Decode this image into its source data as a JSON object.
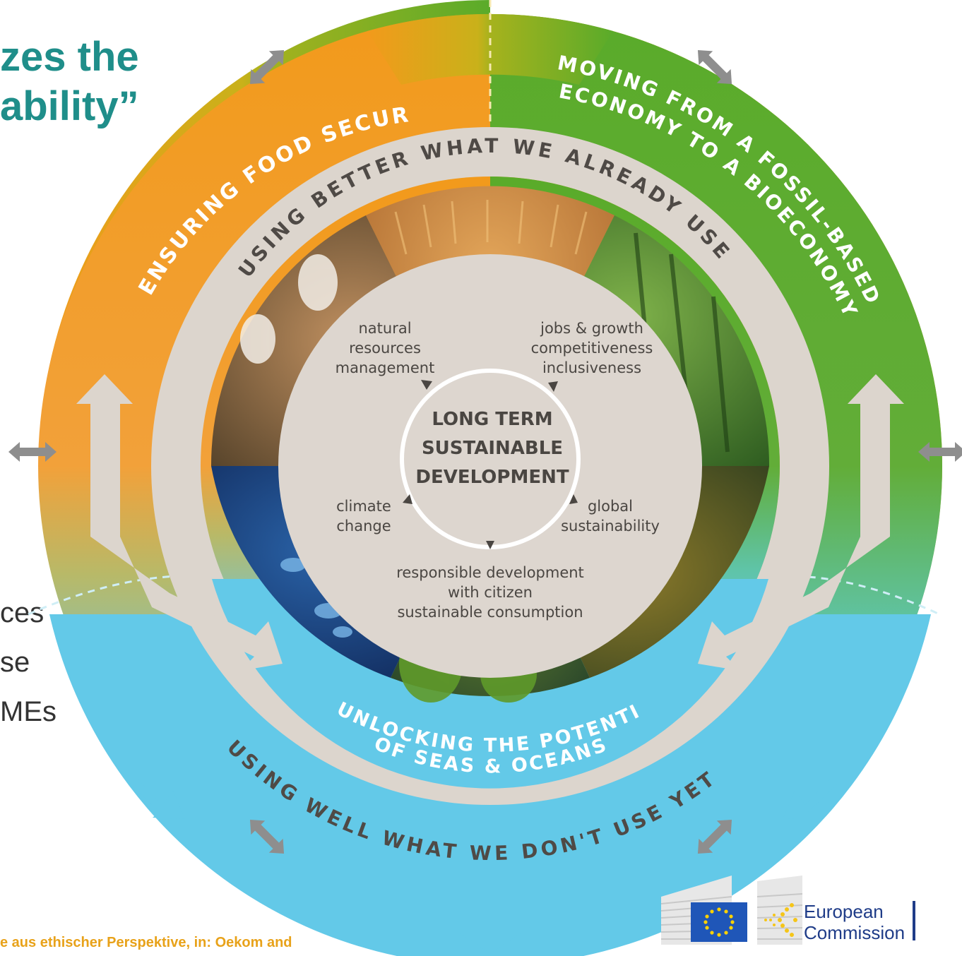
{
  "slide": {
    "title_lines": [
      "zes the",
      "ability”"
    ],
    "bullet_fragments": [
      "ces",
      "se",
      "MEs"
    ],
    "citation": "e aus ethischer Perspektive, in: Oekom and"
  },
  "diagram": {
    "outer_segments": {
      "food": "ENSURING FOOD SECURITY",
      "fossil_line1": "MOVING FROM A FOSSIL-BASED",
      "fossil_line2": "ECONOMY TO A BIOECONOMY",
      "seas_line1": "UNLOCKING THE POTENTIAL",
      "seas_line2": "OF SEAS & OCEANS"
    },
    "track_labels": {
      "top": "USING BETTER WHAT WE ALREADY USE",
      "bottom": "USING WELL WHAT WE DON'T USE YET"
    },
    "core": {
      "title_lines": [
        "LONG TERM",
        "SUSTAINABLE",
        "DEVELOPMENT"
      ],
      "natural": [
        "natural",
        "resources",
        "management"
      ],
      "jobs": [
        "jobs & growth",
        "competitiveness",
        "inclusiveness"
      ],
      "climate": [
        "climate",
        "change"
      ],
      "global": [
        "global",
        "sustainability"
      ],
      "responsible": [
        "responsible development",
        "with citizen",
        "sustainable consumption"
      ]
    },
    "colors": {
      "orange": "#f29a1b",
      "green": "#5aab2a",
      "blue": "#63c9e8",
      "track": "#dcd5cd",
      "core": "#ddd6cf"
    }
  },
  "logo": {
    "text_line1": "European",
    "text_line2": "Commission"
  }
}
